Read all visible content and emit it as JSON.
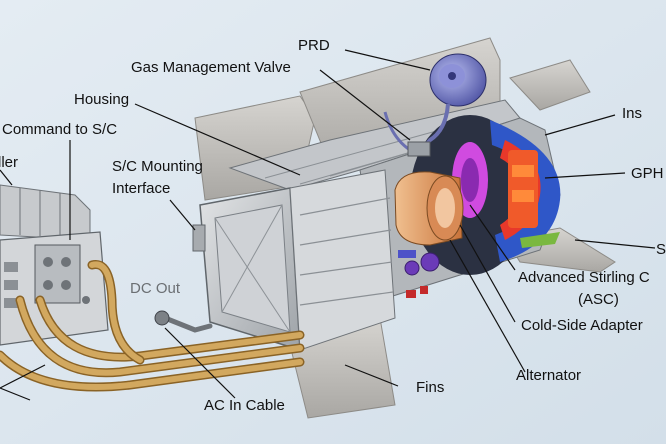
{
  "labels": {
    "prd": "PRD",
    "gas_management_valve": "Gas Management Valve",
    "housing": "Housing",
    "command_to_sc": "Command to S/C",
    "controller_partial": "ller",
    "sc_mounting_line1": "S/C Mounting",
    "sc_mounting_line2": "Interface",
    "insulation_partial": "Ins",
    "gphs_partial": "GPH",
    "s_partial": "S",
    "advanced_stirling_line1": "Advanced Stirling C",
    "advanced_stirling_line2": "(ASC)",
    "cold_side_adapter": "Cold-Side Adapter",
    "dc_out": "DC Out",
    "alternator": "Alternator",
    "fins": "Fins",
    "ac_in_cable": "AC In Cable"
  },
  "colors": {
    "background": "#dde8f1",
    "housing_metal": "#c9ccd0",
    "fin_color": "#c2c0bc",
    "copper_cable": "#b58a43",
    "gphs_red": "#e8382a",
    "insulation_blue": "#2f57c8",
    "cold_side_orange": "#e59a5f",
    "magenta_part": "#d04be0",
    "label_text": "#111111",
    "label_gray": "#6b6f73"
  }
}
